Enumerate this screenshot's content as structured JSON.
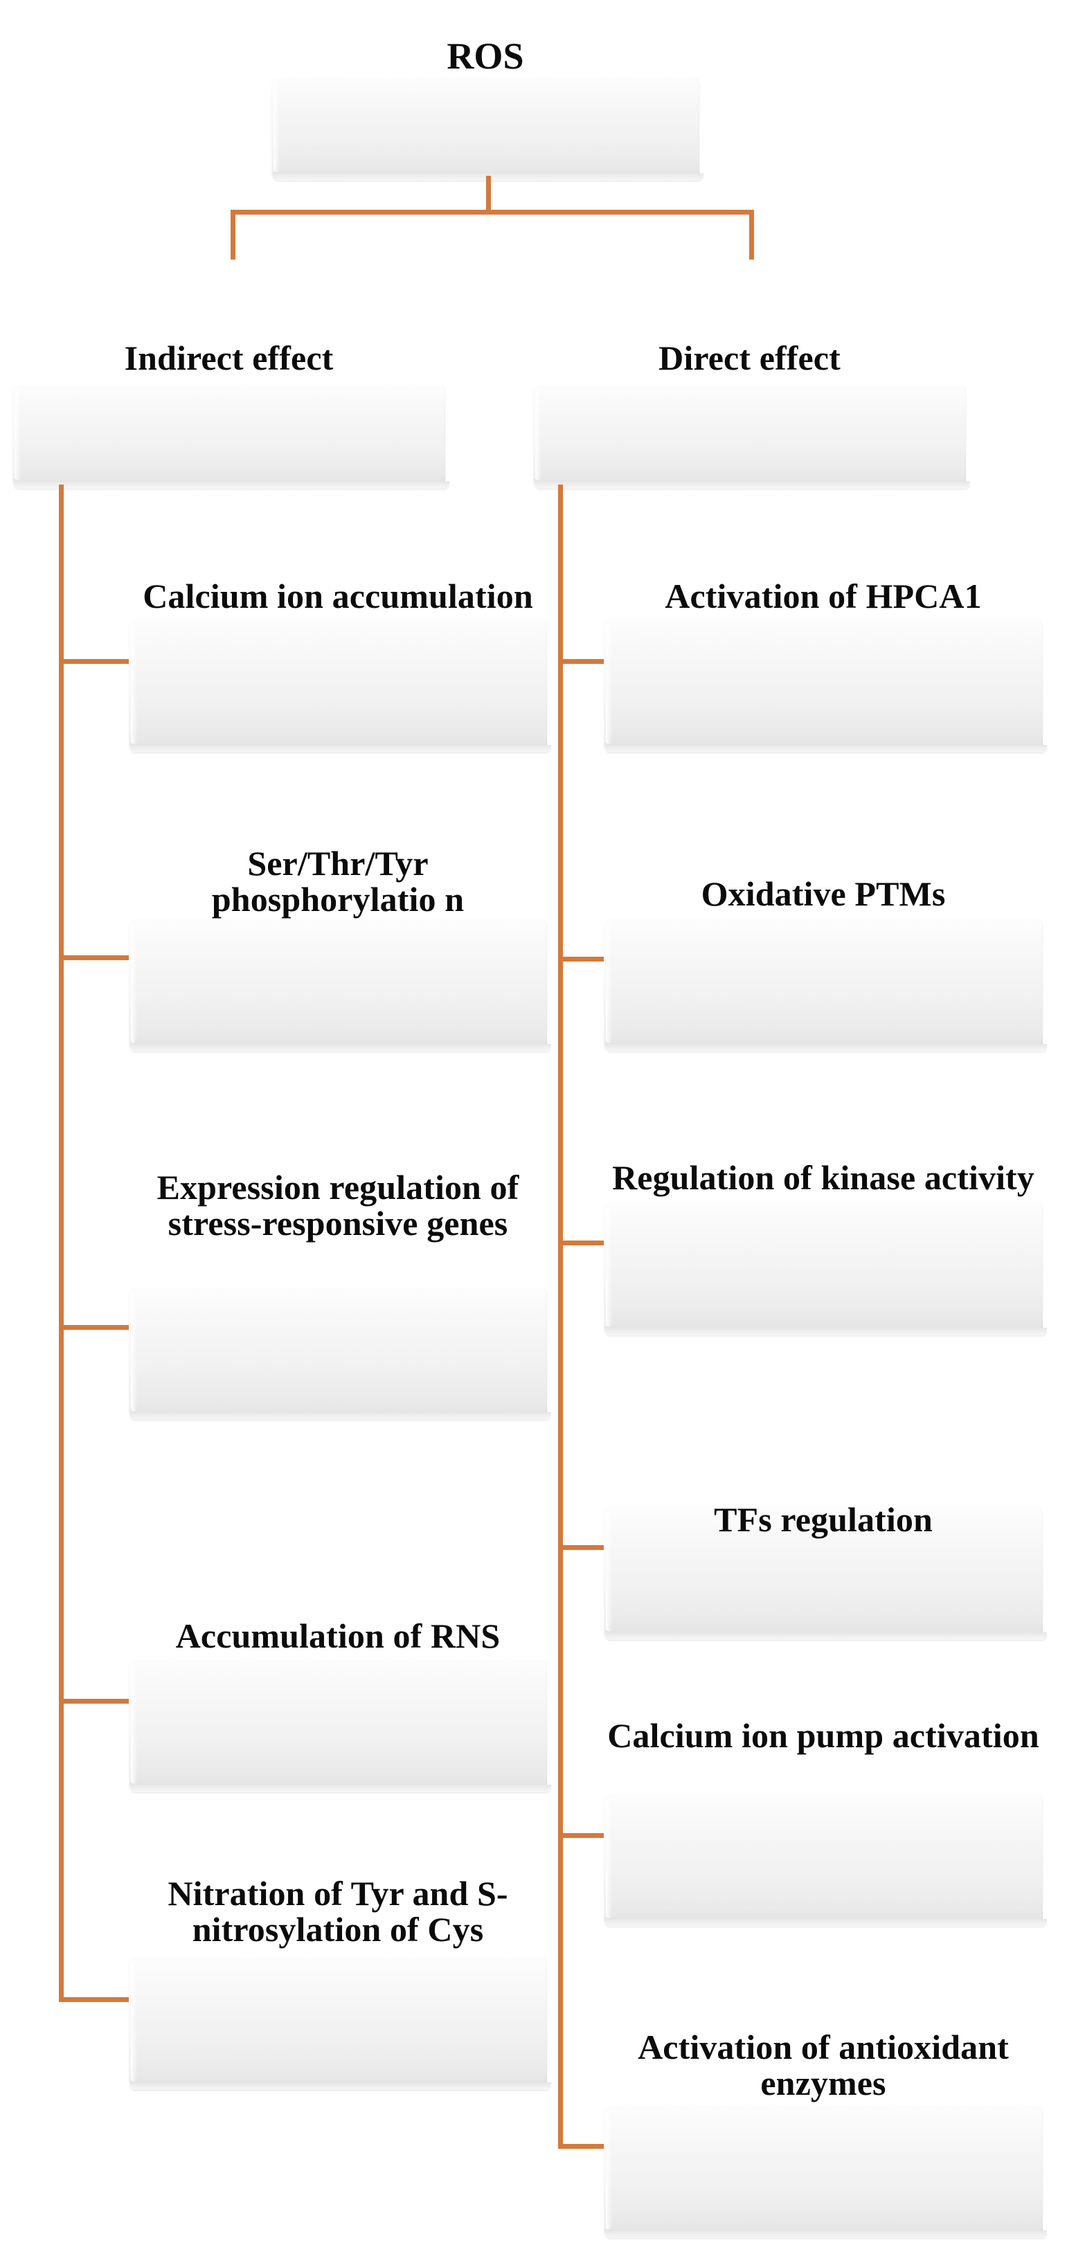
{
  "diagram": {
    "title": "ROS",
    "accent_color": "#D4793C",
    "node_fill": "#f1f1f1",
    "text_color": "#0b0b0b",
    "root": {
      "label": "ROS"
    },
    "branches": [
      {
        "id": "indirect",
        "label": "Indirect effect",
        "items": [
          {
            "label": "Calcium ion accumulation"
          },
          {
            "label": "Ser/Thr/Tyr phosphorylatio n"
          },
          {
            "label": "Expression regulation of stress-responsive genes"
          },
          {
            "label": "Accumulation of RNS"
          },
          {
            "label": "Nitration of Tyr and S-nitrosylation of Cys"
          }
        ]
      },
      {
        "id": "direct",
        "label": "Direct effect",
        "items": [
          {
            "label": "Activation of HPCA1"
          },
          {
            "label": "Oxidative PTMs"
          },
          {
            "label": "Regulation of kinase activity"
          },
          {
            "label": "TFs regulation"
          },
          {
            "label": "Calcium ion pump activation"
          },
          {
            "label": "Activation of antioxidant enzymes"
          }
        ]
      }
    ]
  }
}
